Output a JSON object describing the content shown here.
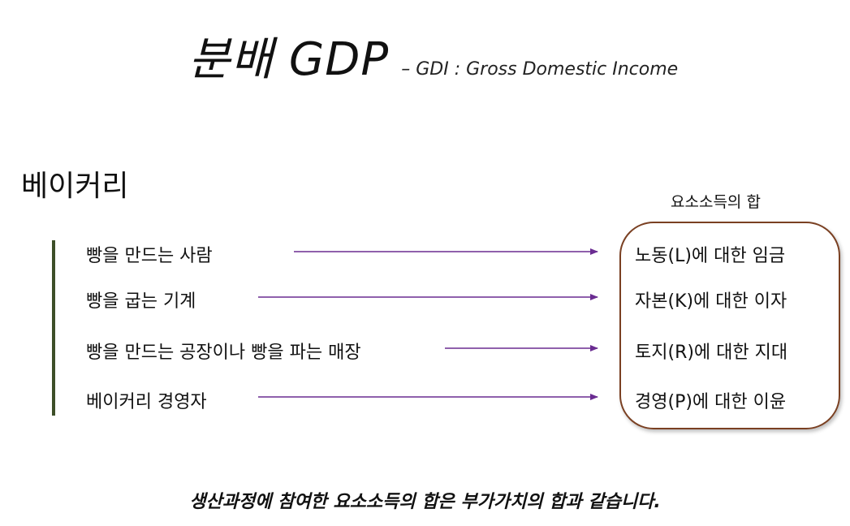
{
  "title": {
    "main": "분배 GDP",
    "sub": "– GDI : Gross Domestic Income"
  },
  "company": "베이커리",
  "left_items": [
    "빵을 만드는 사람",
    "빵을 굽는 기계",
    "빵을 만드는 공장이나 빵을 파는 매장",
    "베이커리 경영자"
  ],
  "sum_label": "요소소득의 합",
  "right_items": [
    "노동(L)에 대한 임금",
    "자본(K)에 대한 이자",
    "토지(R)에 대한 지대",
    "경영(P)에 대한 이윤"
  ],
  "footer": "생산과정에 참여한 요소소득의 합은 부가가치의 합과 같습니다.",
  "colors": {
    "arrow": "#6a2c91",
    "box_border": "#7a4022",
    "vertical_bar": "#3d4f28"
  }
}
